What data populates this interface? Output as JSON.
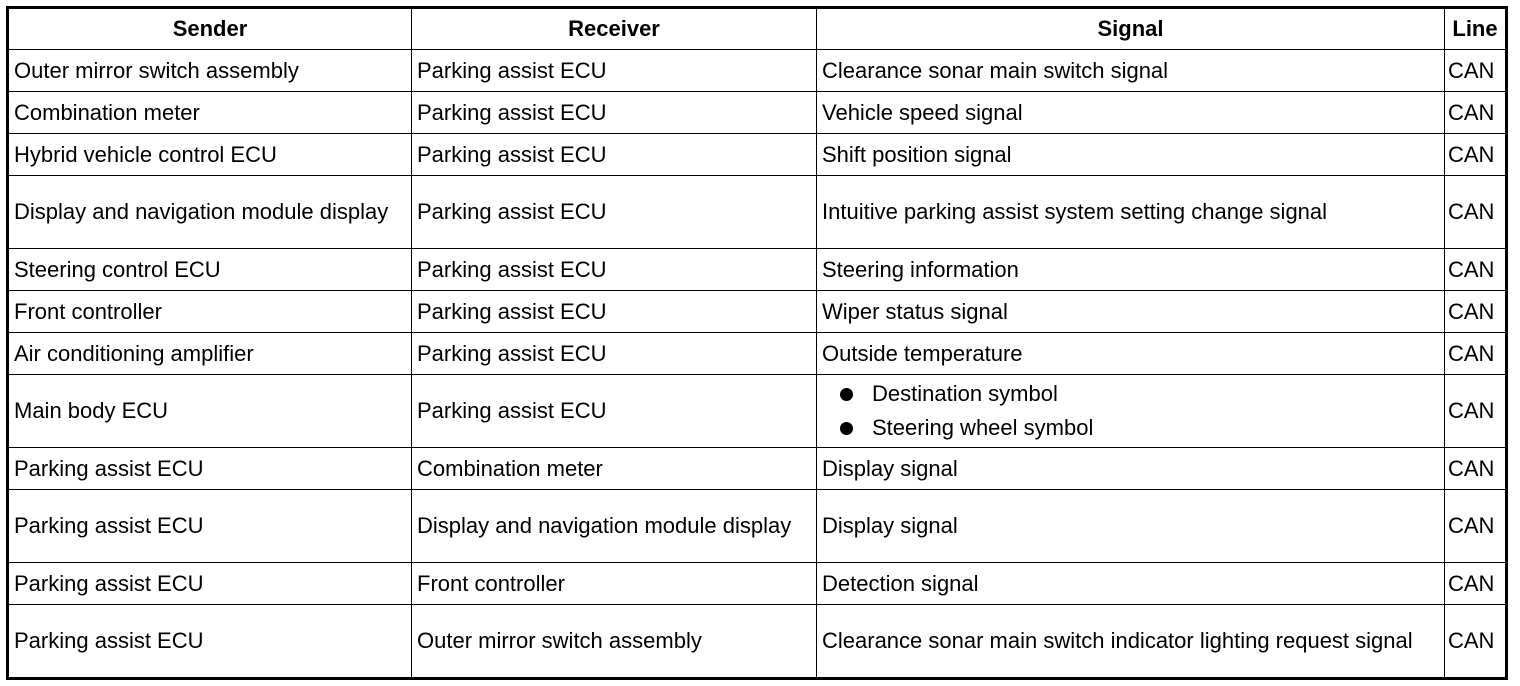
{
  "table": {
    "headers": {
      "sender": "Sender",
      "receiver": "Receiver",
      "signal": "Signal",
      "line": "Line"
    },
    "rows": [
      {
        "sender": "Outer mirror switch assembly",
        "receiver": "Parking assist ECU",
        "signal": "Clearance sonar main switch signal",
        "line": "CAN"
      },
      {
        "sender": "Combination meter",
        "receiver": "Parking assist ECU",
        "signal": "Vehicle speed signal",
        "line": "CAN"
      },
      {
        "sender": "Hybrid vehicle control ECU",
        "receiver": "Parking assist ECU",
        "signal": "Shift position signal",
        "line": "CAN"
      },
      {
        "sender": "Display and navigation module display",
        "receiver": "Parking assist ECU",
        "signal": "Intuitive parking assist system setting change signal",
        "line": "CAN"
      },
      {
        "sender": "Steering control ECU",
        "receiver": "Parking assist ECU",
        "signal": "Steering information",
        "line": "CAN"
      },
      {
        "sender": "Front controller",
        "receiver": "Parking assist ECU",
        "signal": "Wiper status signal",
        "line": "CAN"
      },
      {
        "sender": "Air conditioning amplifier",
        "receiver": "Parking assist ECU",
        "signal": "Outside temperature",
        "line": "CAN"
      },
      {
        "sender": "Main body ECU",
        "receiver": "Parking assist ECU",
        "signal_items": [
          "Destination symbol",
          "Steering wheel symbol"
        ],
        "line": "CAN"
      },
      {
        "sender": "Parking assist ECU",
        "receiver": "Combination meter",
        "signal": "Display signal",
        "line": "CAN"
      },
      {
        "sender": "Parking assist ECU",
        "receiver": "Display and navigation module display",
        "signal": "Display signal",
        "line": "CAN"
      },
      {
        "sender": "Parking assist ECU",
        "receiver": "Front controller",
        "signal": "Detection signal",
        "line": "CAN"
      },
      {
        "sender": "Parking assist ECU",
        "receiver": "Outer mirror switch assembly",
        "signal": "Clearance sonar main switch indicator lighting request signal",
        "line": "CAN"
      }
    ]
  }
}
